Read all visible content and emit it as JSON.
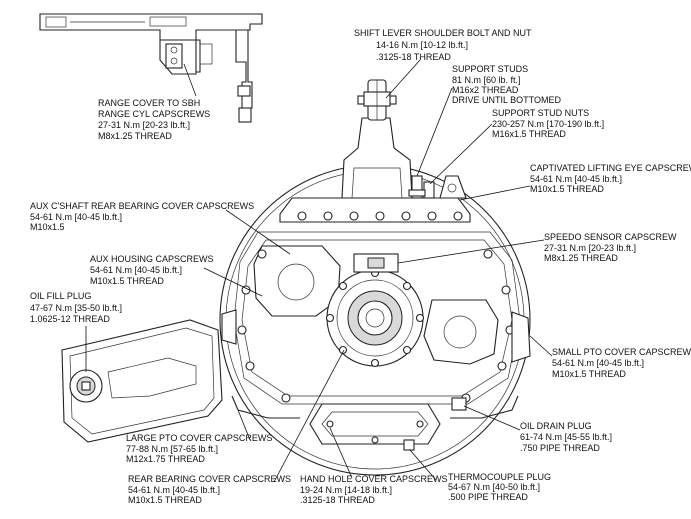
{
  "callouts": [
    {
      "id": "shift-lever",
      "lines": [
        "SHIFT LEVER SHOULDER BOLT AND NUT",
        "14-16 N.m [10-12 lb.ft.]",
        ".3125-18 THREAD"
      ]
    },
    {
      "id": "support-studs",
      "lines": [
        "SUPPORT STUDS",
        "81 N.m [60 lb. ft.]",
        "M16x2 THREAD",
        "DRIVE UNTIL BOTTOMED"
      ]
    },
    {
      "id": "support-stud-nuts",
      "lines": [
        "SUPPORT STUD NUTS",
        "230-257 N.m [170-190 lb.ft.]",
        "M16x1.5 THREAD"
      ]
    },
    {
      "id": "range-cover",
      "lines": [
        "RANGE COVER TO SBH",
        "RANGE CYL CAPSCREWS",
        "27-31 N.m [20-23 lb.ft.]",
        "M8x1.25 THREAD"
      ]
    },
    {
      "id": "lifting-eye",
      "lines": [
        "CAPTIVATED LIFTING EYE CAPSCREWS",
        "54-61 N.m [40-45 lb.ft.]",
        "M10x1.5 THREAD"
      ]
    },
    {
      "id": "aux-cshaft",
      "lines": [
        "AUX C'SHAFT REAR BEARING COVER CAPSCREWS",
        "54-61 N.m [40-45 lb.ft.]",
        "M10x1.5"
      ]
    },
    {
      "id": "speedo-sensor",
      "lines": [
        "SPEEDO SENSOR CAPSCREW",
        "27-31 N.m [20-23 lb.ft.]",
        "M8x1.25 THREAD"
      ]
    },
    {
      "id": "aux-housing",
      "lines": [
        "AUX HOUSING CAPSCREWS",
        "54-61 N.m [40-45 lb.ft.]",
        "M10x1.5 THREAD"
      ]
    },
    {
      "id": "oil-fill",
      "lines": [
        "OIL FILL PLUG",
        "47-67 N.m [35-50 lb.ft.]",
        "1.0625-12 THREAD"
      ]
    },
    {
      "id": "small-pto",
      "lines": [
        "SMALL PTO COVER CAPSCREWS",
        "54-61 N.m [40-45 lb.ft.]",
        "M10x1.5 THREAD"
      ]
    },
    {
      "id": "oil-drain",
      "lines": [
        "OIL DRAIN PLUG",
        "61-74 N.m [45-55 lb.ft.]",
        ".750 PIPE THREAD"
      ]
    },
    {
      "id": "large-pto",
      "lines": [
        "LARGE PTO COVER CAPSCREWS",
        "77-88 N.m [57-65 lb.ft.]",
        "M12x1.75 THREAD"
      ]
    },
    {
      "id": "rear-bearing",
      "lines": [
        "REAR BEARING COVER CAPSCREWS",
        "54-61 N.m [40-45 lb.ft.]",
        "M10x1.5 THREAD"
      ]
    },
    {
      "id": "hand-hole",
      "lines": [
        "HAND HOLE COVER CAPSCREWS",
        "19-24 N.m [14-18 lb.ft.]",
        ".3125-18 THREAD"
      ]
    },
    {
      "id": "thermocouple",
      "lines": [
        "THERMOCOUPLE PLUG",
        "54-67 N.m [40-50 lb.ft.]",
        ".500 PIPE THREAD"
      ]
    }
  ]
}
